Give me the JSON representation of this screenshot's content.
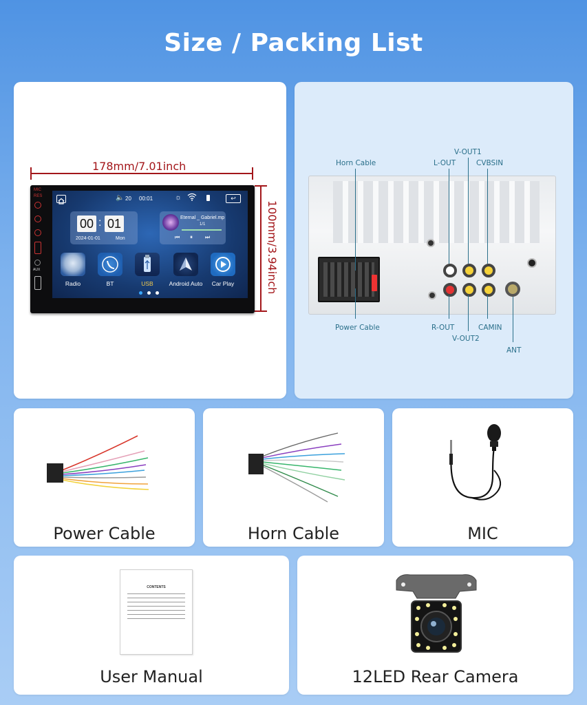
{
  "header": {
    "title": "Size / Packing List"
  },
  "dimensions": {
    "width": "178mm/7.01inch",
    "height": "100mm/3.94inch"
  },
  "screen": {
    "volume": "20",
    "clock_top": "00:01",
    "clock_hours": "00",
    "clock_minutes": "01",
    "date": "2024-01-01",
    "weekday": "Mon",
    "track": "Eternal _ Gabriel.mp",
    "track_count": "1/1",
    "side_mic": "MIC",
    "side_rst": "RES",
    "side_aux": "AUX",
    "apps": [
      {
        "label": "Radio"
      },
      {
        "label": "BT"
      },
      {
        "label": "USB"
      },
      {
        "label": "Android Auto"
      },
      {
        "label": "Car Play"
      }
    ],
    "colors": {
      "usb_label": "#f2c94c",
      "screen_bg": "#1b4a8a"
    }
  },
  "rear_panel": {
    "labels": {
      "horn_cable": "Horn Cable",
      "power_cable": "Power Cable",
      "v_out1": "V-OUT1",
      "l_out": "L-OUT",
      "cvbsin": "CVBSIN",
      "r_out": "R-OUT",
      "camin": "CAMIN",
      "v_out2": "V-OUT2",
      "ant": "ANT"
    }
  },
  "items": [
    {
      "label": "Power Cable"
    },
    {
      "label": "Horn Cable"
    },
    {
      "label": "MIC"
    },
    {
      "label": "User Manual"
    },
    {
      "label": "12LED Rear Camera"
    }
  ],
  "manual": {
    "heading": "CONTENTS"
  }
}
